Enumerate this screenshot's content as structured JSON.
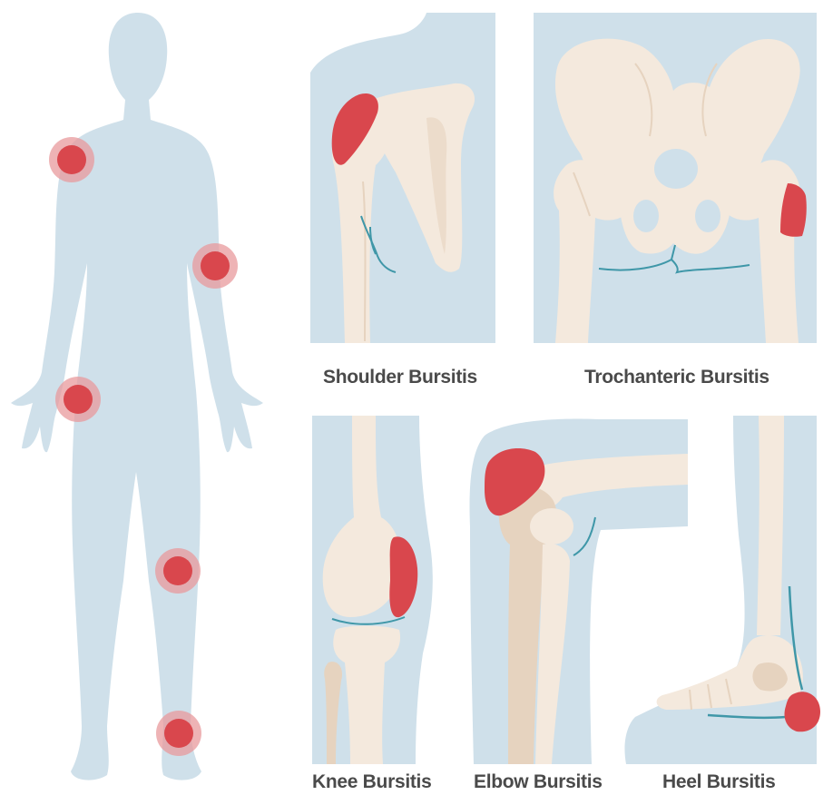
{
  "colors": {
    "body": "#cfe0ea",
    "bone": "#f4e9dd",
    "bone_shadow": "#e6d3bf",
    "bursa": "#d9474d",
    "bursa_halo": "#e89a9c",
    "tendon": "#3f97a8",
    "label": "#4a4a4a"
  },
  "panels": {
    "shoulder": {
      "label": "Shoulder Bursitis"
    },
    "trochanteric": {
      "label": "Trochanteric Bursitis"
    },
    "knee": {
      "label": "Knee Bursitis"
    },
    "elbow": {
      "label": "Elbow Bursitis"
    },
    "heel": {
      "label": "Heel Bursitis"
    }
  },
  "body_markers": [
    "shoulder",
    "elbow",
    "hip",
    "knee",
    "heel"
  ]
}
